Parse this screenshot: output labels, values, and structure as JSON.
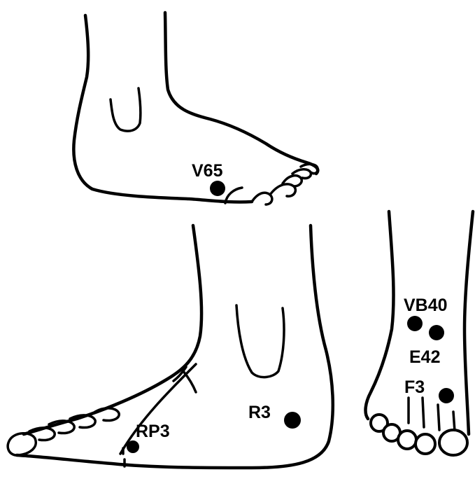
{
  "diagram": {
    "line_color": "#000000",
    "background": "#ffffff",
    "points": [
      {
        "id": "v65",
        "label": "V65"
      },
      {
        "id": "vb40",
        "label": "VB40"
      },
      {
        "id": "e42",
        "label": "E42"
      },
      {
        "id": "f3",
        "label": "F3"
      },
      {
        "id": "r3",
        "label": "R3"
      },
      {
        "id": "rp3",
        "label": "RP3"
      }
    ]
  }
}
